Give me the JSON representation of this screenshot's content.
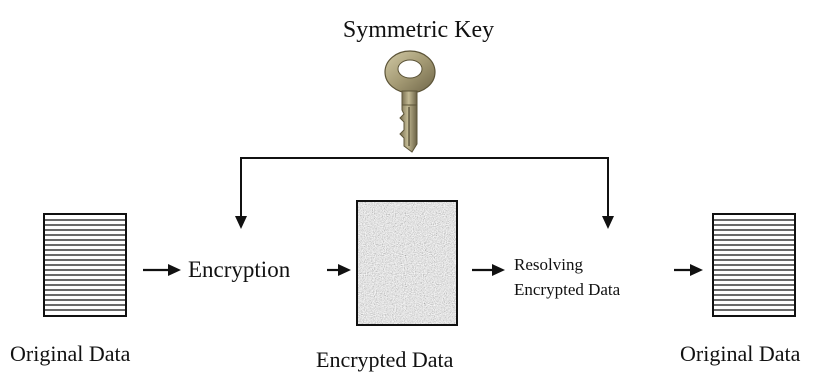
{
  "title": "Symmetric Key",
  "flow": {
    "encryption_label": "Encryption",
    "resolving_line1": "Resolving",
    "resolving_line2": "Encrypted Data"
  },
  "captions": {
    "original_left": "Original Data",
    "encrypted": "Encrypted Data",
    "original_right": "Original Data"
  },
  "icons": {
    "key": "key-icon",
    "document": "lined-document-icon",
    "noise": "encrypted-noise-icon"
  },
  "colors": {
    "line": "#111111",
    "key_metal": "#a49a74",
    "noise_base": "#8a8a8a"
  }
}
